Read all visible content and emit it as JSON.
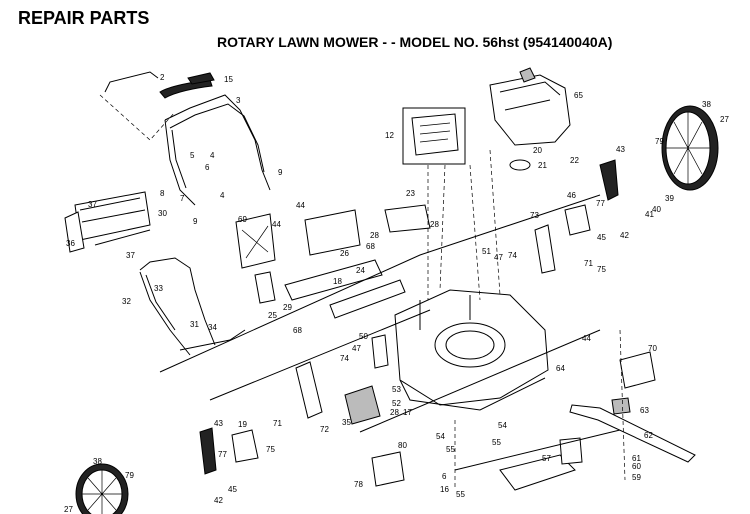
{
  "header": {
    "title": "REPAIR PARTS",
    "subtitle": "ROTARY LAWN MOWER - - MODEL NO. 56hst (954140040A)"
  },
  "labels": [
    "2",
    "15",
    "3",
    "4",
    "5",
    "7",
    "8",
    "4",
    "6",
    "9",
    "9",
    "37",
    "30",
    "36",
    "37",
    "69",
    "44",
    "44",
    "26",
    "23",
    "28",
    "28",
    "68",
    "24",
    "33",
    "32",
    "18",
    "25",
    "29",
    "68",
    "31",
    "34",
    "12",
    "65",
    "20",
    "21",
    "22",
    "38",
    "27",
    "79",
    "43",
    "39",
    "40",
    "41",
    "42",
    "77",
    "45",
    "46",
    "73",
    "51",
    "47",
    "74",
    "71",
    "75",
    "64",
    "44",
    "50",
    "47",
    "74",
    "70",
    "53",
    "52",
    "17",
    "28",
    "72",
    "35",
    "54",
    "54",
    "55",
    "63",
    "62",
    "61",
    "60",
    "59",
    "57",
    "80",
    "6",
    "55",
    "78",
    "16",
    "55",
    "43",
    "77",
    "19",
    "71",
    "75",
    "38",
    "79",
    "27",
    "42",
    "45"
  ]
}
